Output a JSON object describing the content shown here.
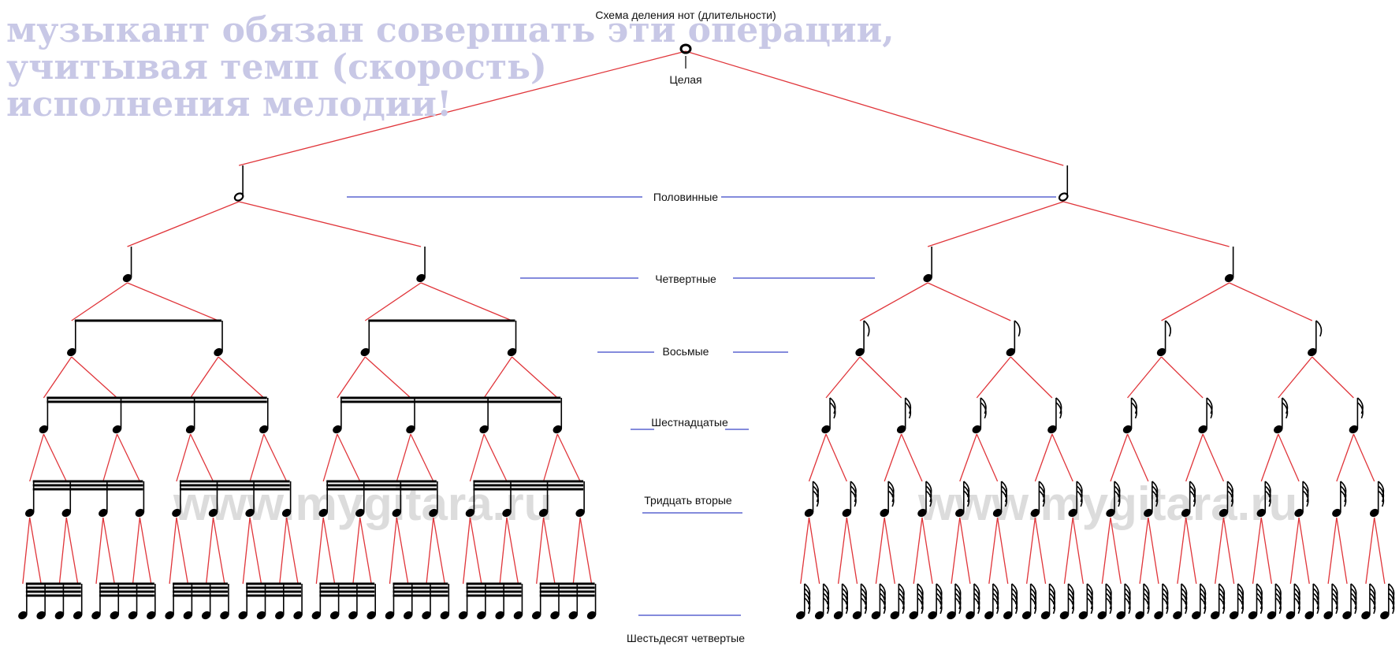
{
  "headline": [
    "",
    "музыкант обязан совершать  эти операции,",
    "учитывая темп (скорость)",
    "исполнения мелодии!"
  ],
  "diagram": {
    "title": "Схема деления нот (длительности)",
    "levels": {
      "whole": "Целая",
      "half": "Половинные",
      "quarter": "Четвертные",
      "eighth": "Восьмые",
      "sixteenth": "Шестнадцатые",
      "thirtysecond": "Тридцать вторые",
      "sixtyfourth": "Шестьдесят четвертые"
    }
  },
  "watermark": {
    "left": "www.mygitara.ru",
    "right": "www.mygitara.ru"
  },
  "colors": {
    "branch": "#e0353a",
    "connector": "#3b46c8",
    "note": "#000000",
    "headline": "#c8c8e6",
    "watermark": "#dcdcdc"
  }
}
